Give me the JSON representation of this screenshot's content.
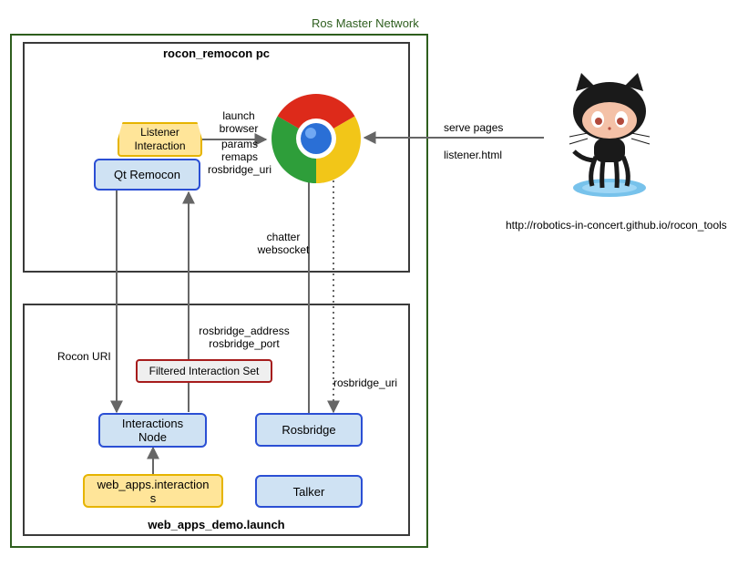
{
  "network_label": "Ros Master Network",
  "pc_box": {
    "title": "rocon_remocon pc"
  },
  "launch_box": {
    "title": "web_apps_demo.launch"
  },
  "nodes": {
    "listener_interaction": "Listener\nInteraction",
    "qt_remocon": "Qt Remocon",
    "filtered_interaction_set": "Filtered Interaction Set",
    "interactions_node": "Interactions\nNode",
    "web_apps_interactions": "web_apps.interaction\ns",
    "rosbridge": "Rosbridge",
    "talker": "Talker"
  },
  "labels": {
    "launch_browser": "launch\nbrowser",
    "params_remaps": "params\nremaps\nrosbridge_uri",
    "chatter_websocket": "chatter\nwebsocket",
    "rocon_uri": "Rocon URI",
    "rosbridge_address_port": "rosbridge_address\nrosbridge_port",
    "rosbridge_uri": "rosbridge_uri",
    "serve_pages": "serve pages",
    "listener_html": "listener.html",
    "github_url": "http://robotics-in-concert.github.io/rocon_tools"
  },
  "icons": {
    "browser": "chrome-browser-icon",
    "github": "github-octocat-icon"
  },
  "colors": {
    "network_border": "#2e5e1e",
    "blue_node_fill": "#cfe2f3",
    "blue_node_border": "#2b4fd4",
    "yellow_node_fill": "#ffe599",
    "yellow_node_border": "#e6b400",
    "red_node_border": "#a61c1c",
    "arrow": "#666666"
  }
}
